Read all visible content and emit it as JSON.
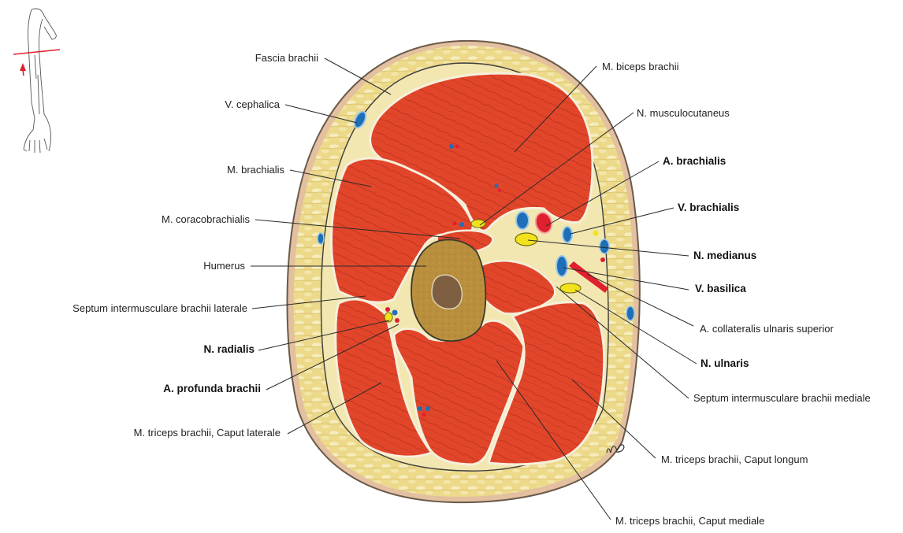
{
  "figure": {
    "title": "Cross-section of the upper arm (Brachium), distal view",
    "orientation_icon": "arm-section-locator-icon",
    "colors": {
      "muscle": "#e2462a",
      "muscle_dark": "#b92e1a",
      "fat": "#ecd98a",
      "fat_light": "#f5eab5",
      "skin": "#e8c5a6",
      "bone": "#b58c3a",
      "marrow": "#7a5a3a",
      "artery": "#e0202e",
      "vein": "#1f6fb8",
      "nerve": "#f2e21c",
      "locator_line": "#e0202e"
    }
  },
  "labels_left": [
    {
      "id": "fascia-brachii",
      "text": "Fascia brachii",
      "bold": false
    },
    {
      "id": "v-cephalica",
      "text": "V. cephalica",
      "bold": false
    },
    {
      "id": "m-brachialis",
      "text": "M. brachialis",
      "bold": false
    },
    {
      "id": "m-coracobrachialis",
      "text": "M. coracobrachialis",
      "bold": false
    },
    {
      "id": "humerus",
      "text": "Humerus",
      "bold": false
    },
    {
      "id": "septum-lat",
      "text": "Septum intermusculare brachii laterale",
      "bold": false
    },
    {
      "id": "n-radialis",
      "text": "N. radialis",
      "bold": true
    },
    {
      "id": "a-profunda-brachii",
      "text": "A. profunda brachii",
      "bold": true
    },
    {
      "id": "triceps-lat",
      "text": "M. triceps brachii, Caput laterale",
      "bold": false
    }
  ],
  "labels_right": [
    {
      "id": "m-biceps-brachii",
      "text": "M. biceps brachii",
      "bold": false
    },
    {
      "id": "n-musculocutaneus",
      "text": "N. musculocutaneus",
      "bold": false
    },
    {
      "id": "a-brachialis",
      "text": "A. brachialis",
      "bold": true
    },
    {
      "id": "v-brachialis",
      "text": "V. brachialis",
      "bold": true
    },
    {
      "id": "n-medianus",
      "text": "N. medianus",
      "bold": true
    },
    {
      "id": "v-basilica",
      "text": "V. basilica",
      "bold": true
    },
    {
      "id": "a-coll-uln-sup",
      "text": "A. collateralis ulnaris superior",
      "bold": false
    },
    {
      "id": "n-ulnaris",
      "text": "N. ulnaris",
      "bold": true
    },
    {
      "id": "septum-med",
      "text": "Septum intermusculare brachii mediale",
      "bold": false
    },
    {
      "id": "triceps-long",
      "text": "M. triceps brachii, Caput longum",
      "bold": false
    },
    {
      "id": "triceps-med",
      "text": "M. triceps brachii, Caput mediale",
      "bold": false
    }
  ]
}
